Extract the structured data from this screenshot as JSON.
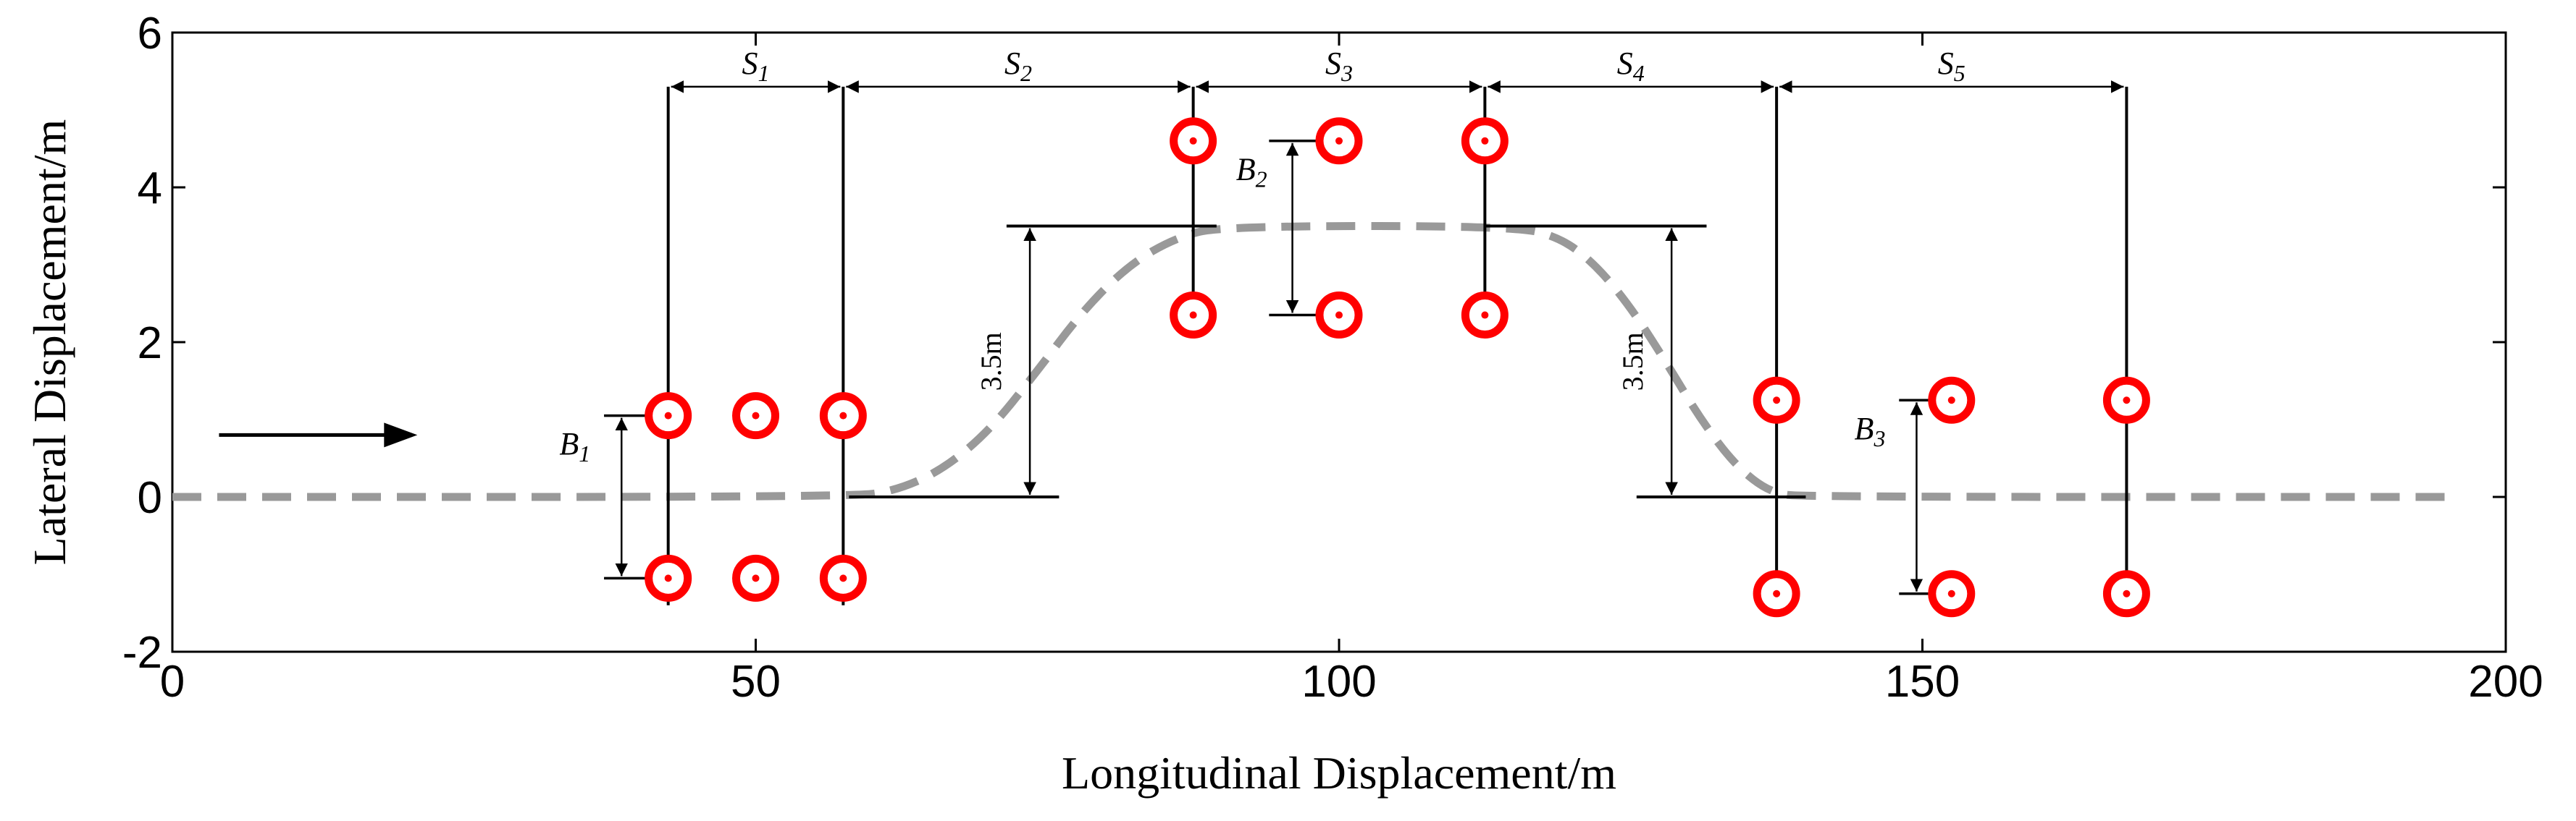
{
  "chart_data": {
    "type": "scatter",
    "title": "",
    "xlabel": "Longitudinal Displacement/m",
    "ylabel": "Lateral Displacement/m",
    "xlim": [
      0,
      200
    ],
    "ylim": [
      -2,
      6
    ],
    "xticks": [
      0,
      50,
      100,
      150,
      200
    ],
    "yticks": [
      -2,
      0,
      2,
      4,
      6
    ],
    "grid": false,
    "legend": "none",
    "colors": {
      "cone": "#ff0000",
      "path": "#999999",
      "line": "#000000"
    },
    "series": [
      {
        "type": "scatter",
        "points": [
          [
            42.5,
            1.05
          ],
          [
            50,
            1.05
          ],
          [
            57.5,
            1.05
          ],
          [
            42.5,
            -1.05
          ],
          [
            50,
            -1.05
          ],
          [
            57.5,
            -1.05
          ],
          [
            87.5,
            4.6
          ],
          [
            100,
            4.6
          ],
          [
            112.5,
            4.6
          ],
          [
            87.5,
            2.35
          ],
          [
            100,
            2.35
          ],
          [
            112.5,
            2.35
          ],
          [
            137.5,
            1.25
          ],
          [
            152.5,
            1.25
          ],
          [
            167.5,
            1.25
          ],
          [
            137.5,
            -1.25
          ],
          [
            152.5,
            -1.25
          ],
          [
            167.5,
            -1.25
          ]
        ]
      },
      {
        "type": "line",
        "points": [
          [
            0,
            0
          ],
          [
            58,
            0
          ],
          [
            62,
            0.08
          ],
          [
            66,
            0.35
          ],
          [
            70,
            0.85
          ],
          [
            74,
            1.6
          ],
          [
            78,
            2.4
          ],
          [
            82,
            3.0
          ],
          [
            86,
            3.35
          ],
          [
            90,
            3.5
          ],
          [
            115,
            3.5
          ],
          [
            119,
            3.35
          ],
          [
            122,
            3.0
          ],
          [
            125,
            2.45
          ],
          [
            128,
            1.75
          ],
          [
            131,
            1.0
          ],
          [
            134,
            0.4
          ],
          [
            137,
            0.05
          ],
          [
            140,
            0
          ],
          [
            195,
            0
          ]
        ]
      }
    ],
    "annotations": {
      "arrow": {
        "from": [
          4,
          0.8
        ],
        "to": [
          21,
          0.8
        ]
      },
      "gate_lines": [
        {
          "x": 42.5,
          "y": [
            -1.4,
            5.3
          ]
        },
        {
          "x": 57.5,
          "y": [
            -1.4,
            5.3
          ]
        },
        {
          "x": 87.5,
          "y": [
            2.35,
            5.3
          ]
        },
        {
          "x": 112.5,
          "y": [
            2.35,
            5.3
          ]
        },
        {
          "x": 137.5,
          "y": [
            -1.4,
            5.3
          ]
        },
        {
          "x": 167.5,
          "y": [
            -1.4,
            5.3
          ]
        }
      ],
      "spacing": [
        {
          "main": "S",
          "sub": "1",
          "x1": 42.5,
          "x2": 57.5,
          "y": 5.3
        },
        {
          "main": "S",
          "sub": "2",
          "x1": 57.5,
          "x2": 87.5,
          "y": 5.3
        },
        {
          "main": "S",
          "sub": "3",
          "x1": 87.5,
          "x2": 112.5,
          "y": 5.3
        },
        {
          "main": "S",
          "sub": "4",
          "x1": 112.5,
          "x2": 137.5,
          "y": 5.3
        },
        {
          "main": "S",
          "sub": "5",
          "x1": 137.5,
          "x2": 167.5,
          "y": 5.3
        }
      ],
      "widths": [
        {
          "main": "B",
          "sub": "1",
          "x": 38.5,
          "y1": -1.05,
          "y2": 1.05,
          "tick_x": [
            37,
            42.5
          ],
          "label_x": 34.5,
          "label_y": 0.55
        },
        {
          "main": "B",
          "sub": "2",
          "x": 96,
          "y1": 2.35,
          "y2": 4.6,
          "tick_x": [
            94,
            100
          ],
          "label_x": 92.5,
          "label_y": 4.1
        },
        {
          "main": "B",
          "sub": "3",
          "x": 149.5,
          "y1": -1.25,
          "y2": 1.25,
          "tick_x": [
            148,
            152.5
          ],
          "label_x": 145.5,
          "label_y": 0.75
        }
      ],
      "offsets": [
        {
          "label": "3.5m",
          "x": 73.5,
          "y1": 0,
          "y2": 3.5,
          "line_y0": [
            58,
            76
          ],
          "line_y1": [
            71.5,
            89.5
          ],
          "label_x": 71
        },
        {
          "label": "3.5m",
          "x": 128.5,
          "y1": 0,
          "y2": 3.5,
          "line_y0": [
            125.5,
            140
          ],
          "line_y1": [
            112.5,
            131.5
          ],
          "label_x": 126
        }
      ]
    }
  }
}
